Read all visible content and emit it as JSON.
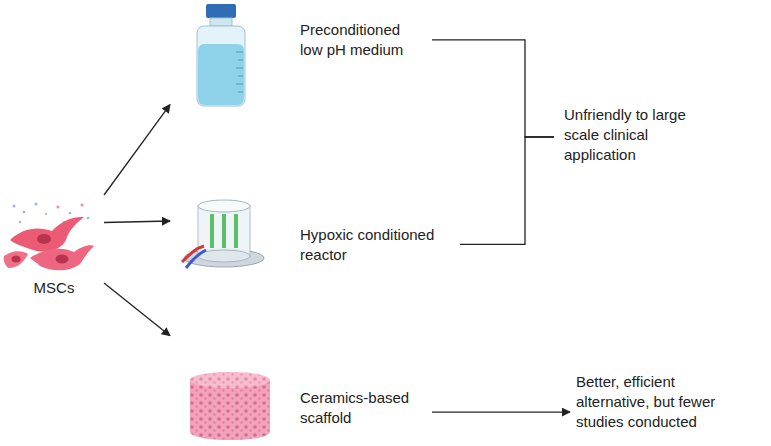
{
  "diagram": {
    "nodes": [
      {
        "text": [
          "MSCs"
        ]
      },
      {
        "text": [
          "Preconditioned low pH medium"
        ]
      },
      {
        "text": [
          "Hypoxic conditioned reactor"
        ]
      },
      {
        "text": [
          "Ceramics-based scaffold"
        ]
      },
      {
        "text": [
          "Unfriendly to large scale clinical application"
        ]
      },
      {
        "text": [
          "Better, efficient alternative, but fewer studies conducted"
        ]
      }
    ],
    "edges": [
      {
        "from": 0,
        "to": 1,
        "arrow": "to"
      },
      {
        "from": 0,
        "to": 2,
        "arrow": "to"
      },
      {
        "from": 0,
        "to": 3,
        "arrow": "to"
      },
      {
        "from": 1,
        "to": 4,
        "arrow": "none"
      },
      {
        "from": 2,
        "to": 4,
        "arrow": "none"
      },
      {
        "from": 3,
        "to": 5,
        "arrow": "to"
      }
    ]
  }
}
